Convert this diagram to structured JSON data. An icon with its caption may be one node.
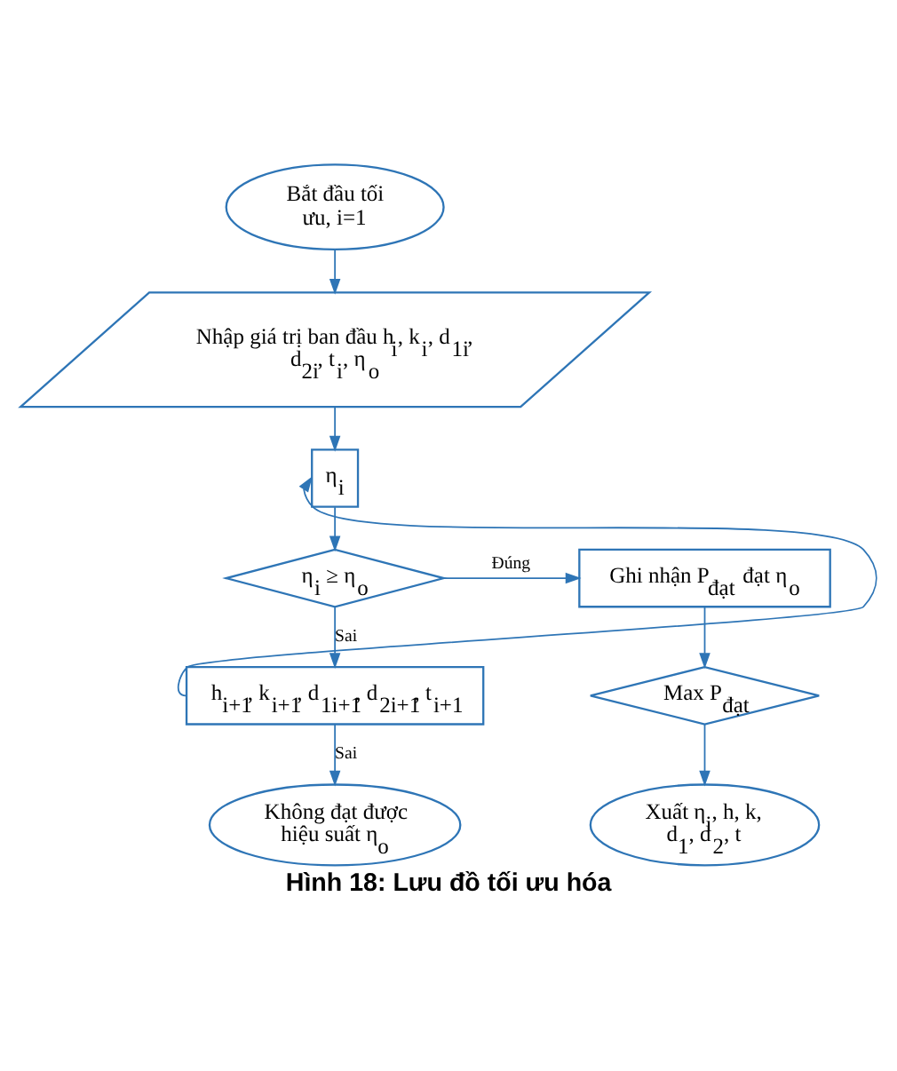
{
  "diagram": {
    "caption": "Hình 18: Lưu đồ tối ưu hóa",
    "nodes": [
      {
        "text": [
          "Bắt đầu tối ưu, i=1"
        ]
      },
      {
        "text": [
          "Nhập giá trị ban đầu h$_{i}$, k$_{i}$, d$_{1i}$, d$_{2i}$, t$_{i}$, η$_{o}$"
        ]
      },
      {
        "text": [
          "η$_{i}$"
        ]
      },
      {
        "text": [
          "η$_{i}$ ≥ η$_{o}$"
        ]
      },
      {
        "text": [
          "h$_{i+1}$, k$_{i+1}$, d$_{1i+1}$, d$_{2i+1}$, t$_{i+1}$"
        ]
      },
      {
        "text": [
          "Không đạt được hiệu suất η$_{o}$"
        ]
      },
      {
        "text": [
          "Ghi nhận P$_{đạt}$ đạt η$_{o}$"
        ]
      },
      {
        "text": [
          "Max P$_{đạt}$"
        ]
      },
      {
        "text": [
          "Xuất η$_{i}$, h, k, d$_{1}$, d$_{2}$, t"
        ]
      }
    ],
    "edges": [
      {
        "from": 0,
        "to": 1,
        "arrow": "to"
      },
      {
        "from": 1,
        "to": 2,
        "arrow": "to"
      },
      {
        "from": 2,
        "to": 3,
        "arrow": "to"
      },
      {
        "from": 3,
        "to": 6,
        "arrow": "to",
        "label": "Đúng"
      },
      {
        "from": 3,
        "to": 4,
        "arrow": "to",
        "label": "Sai"
      },
      {
        "from": 4,
        "to": 5,
        "arrow": "to",
        "label": "Sai"
      },
      {
        "from": 4,
        "to": 2,
        "arrow": "to"
      },
      {
        "from": 6,
        "to": 7,
        "arrow": "to"
      },
      {
        "from": 7,
        "to": 8,
        "arrow": "to"
      }
    ]
  }
}
